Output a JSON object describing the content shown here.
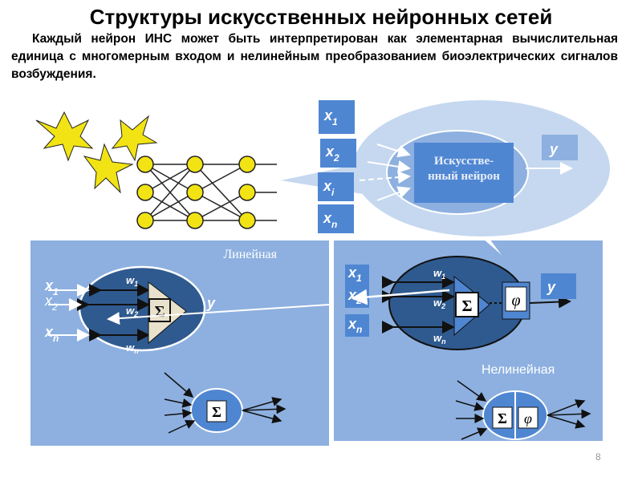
{
  "title": "Структуры искусственных нейронных сетей",
  "paragraph": "Каждый нейрон ИНС может быть интерпретирован как элементарная вычислительная единица с многомерным входом и нелинейным преобразованием биоэлектрических сигналов возбуждения.",
  "top_diagram": {
    "inputs": [
      "x",
      "x",
      "x",
      "x"
    ],
    "input_subs": [
      "1",
      "2",
      "i",
      "n"
    ],
    "neuron_label_1": "Искусстве-",
    "neuron_label_2": "нный нейрон",
    "output": "y"
  },
  "linear": {
    "label": "Линейная",
    "inputs": [
      "x",
      "x",
      "x"
    ],
    "input_subs": [
      "1",
      "2",
      "n"
    ],
    "weights": [
      "w",
      "w",
      "w"
    ],
    "weight_subs": [
      "1",
      "2",
      "n"
    ],
    "sum": "Σ",
    "output": "y",
    "dots": "·"
  },
  "nonlinear": {
    "label": "Нелинейная",
    "inputs": [
      "x",
      "x",
      "x"
    ],
    "input_subs": [
      "1",
      "2",
      "n"
    ],
    "weights": [
      "w",
      "w",
      "w"
    ],
    "weight_subs": [
      "1",
      "2",
      "n"
    ],
    "sum": "Σ",
    "phi": "φ",
    "output": "y"
  },
  "page_number": "8",
  "colors": {
    "panel": "#8db0e0",
    "dark": "#2f5a8f",
    "box": "#4f86d2",
    "light": "#c5d8ef"
  }
}
